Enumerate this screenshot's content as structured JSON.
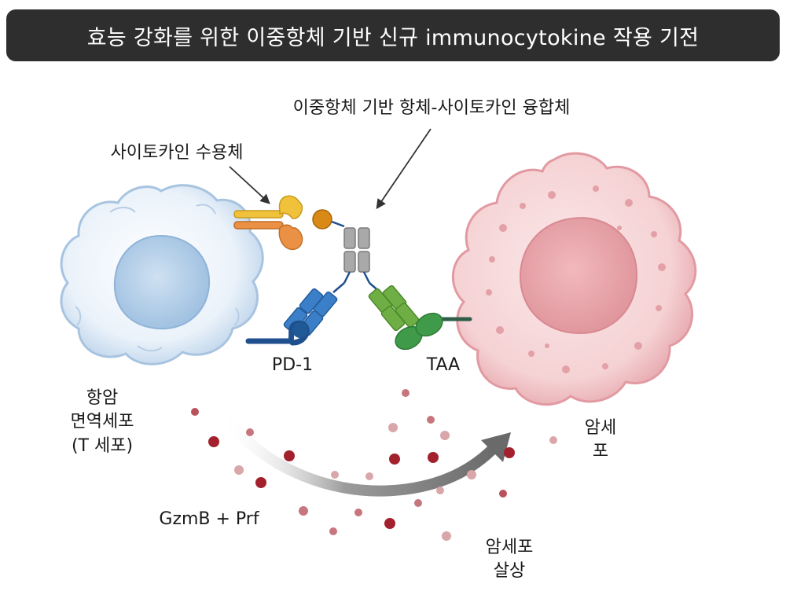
{
  "title": "효능 강화를 위한 이중항체 기반 신규 immunocytokine 작용 기전",
  "labels": {
    "fusion": "이중항체 기반 항체-사이토카인 융합체",
    "receptor": "사이토카인 수용체",
    "pd1": "PD-1",
    "taa": "TAA",
    "tcell_line1": "항암",
    "tcell_line2": "면역세포",
    "tcell_line3": "(T 세포)",
    "cancer_line1": "암세",
    "cancer_line2": "포",
    "granules": "GzmB + Prf",
    "kill_line1": "암세포",
    "kill_line2": "살상"
  },
  "colors": {
    "title_bg": "#2e2e2e",
    "tcell": "#dbe9f5",
    "tcell_nucleus": "#a9c8e6",
    "cancer_cell": "#f4cccf",
    "cancer_nucleus": "#e8a2a8",
    "antibody_constant": "#9e9e9e",
    "anti_pd1_arm": "#3a7fc8",
    "anti_taa_arm": "#6fae45",
    "cytokine": "#d98a16",
    "receptor_yellow": "#f0c23c",
    "receptor_orange": "#eb9145",
    "granule_dark": "#a3212d",
    "granule_light": "#d9a6a9"
  }
}
